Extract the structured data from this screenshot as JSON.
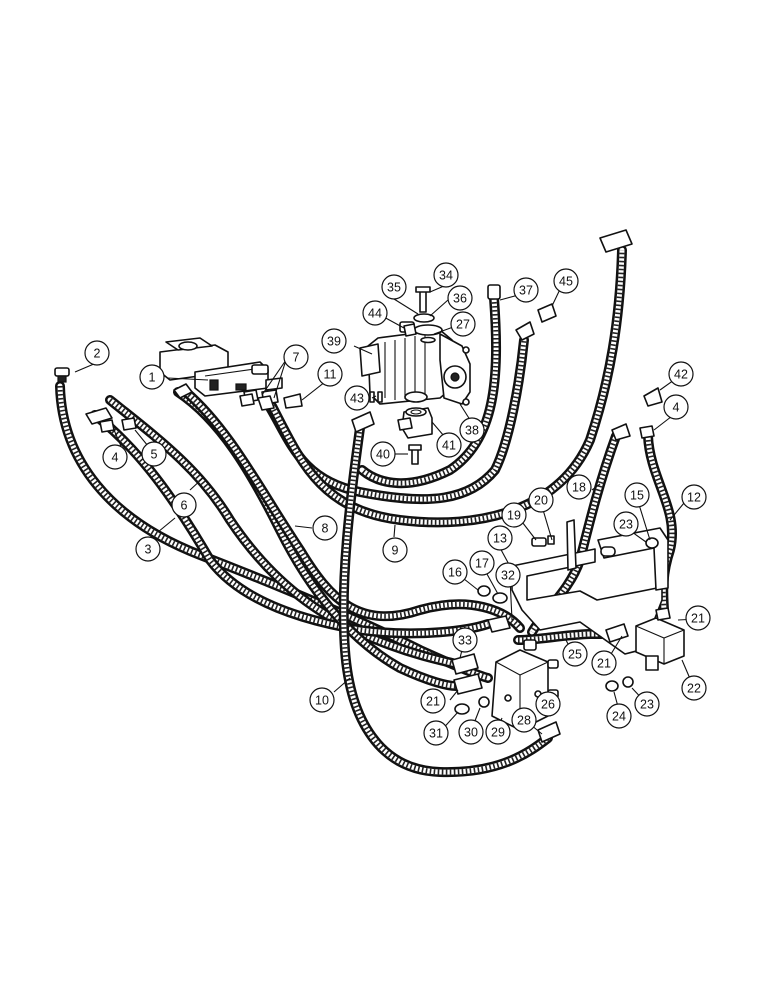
{
  "callouts": [
    {
      "id": "c1",
      "label": "1"
    },
    {
      "id": "c2",
      "label": "2"
    },
    {
      "id": "c3",
      "label": "3"
    },
    {
      "id": "c4a",
      "label": "4"
    },
    {
      "id": "c4b",
      "label": "4"
    },
    {
      "id": "c5",
      "label": "5"
    },
    {
      "id": "c6",
      "label": "6"
    },
    {
      "id": "c7",
      "label": "7"
    },
    {
      "id": "c8",
      "label": "8"
    },
    {
      "id": "c9",
      "label": "9"
    },
    {
      "id": "c10",
      "label": "10"
    },
    {
      "id": "c11",
      "label": "11"
    },
    {
      "id": "c12",
      "label": "12"
    },
    {
      "id": "c13",
      "label": "13"
    },
    {
      "id": "c15",
      "label": "15"
    },
    {
      "id": "c16",
      "label": "16"
    },
    {
      "id": "c17",
      "label": "17"
    },
    {
      "id": "c18",
      "label": "18"
    },
    {
      "id": "c19",
      "label": "19"
    },
    {
      "id": "c20",
      "label": "20"
    },
    {
      "id": "c21a",
      "label": "21"
    },
    {
      "id": "c21b",
      "label": "21"
    },
    {
      "id": "c21c",
      "label": "21"
    },
    {
      "id": "c22",
      "label": "22"
    },
    {
      "id": "c23a",
      "label": "23"
    },
    {
      "id": "c23b",
      "label": "23"
    },
    {
      "id": "c24",
      "label": "24"
    },
    {
      "id": "c25",
      "label": "25"
    },
    {
      "id": "c26",
      "label": "26"
    },
    {
      "id": "c27",
      "label": "27"
    },
    {
      "id": "c28",
      "label": "28"
    },
    {
      "id": "c29",
      "label": "29"
    },
    {
      "id": "c30",
      "label": "30"
    },
    {
      "id": "c31",
      "label": "31"
    },
    {
      "id": "c32",
      "label": "32"
    },
    {
      "id": "c33",
      "label": "33"
    },
    {
      "id": "c34",
      "label": "34"
    },
    {
      "id": "c35",
      "label": "35"
    },
    {
      "id": "c36",
      "label": "36"
    },
    {
      "id": "c37",
      "label": "37"
    },
    {
      "id": "c38",
      "label": "38"
    },
    {
      "id": "c39",
      "label": "39"
    },
    {
      "id": "c40",
      "label": "40"
    },
    {
      "id": "c41",
      "label": "41"
    },
    {
      "id": "c42",
      "label": "42"
    },
    {
      "id": "c43",
      "label": "43"
    },
    {
      "id": "c44",
      "label": "44"
    },
    {
      "id": "c45",
      "label": "45"
    }
  ]
}
